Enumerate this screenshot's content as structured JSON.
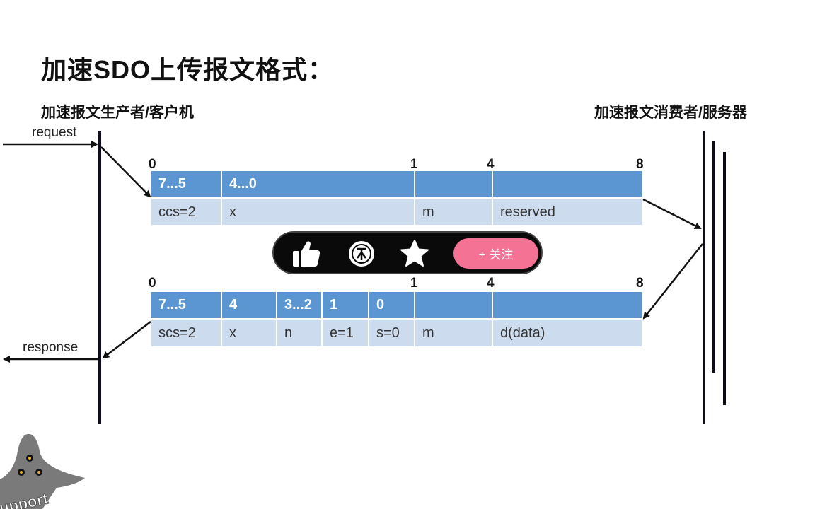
{
  "title": "加速SDO上传报文格式：",
  "left_role": "加速报文生产者/客户机",
  "right_role": "加速报文消费者/服务器",
  "request_label": "request",
  "response_label": "response",
  "request_frame": {
    "byte_marks": [
      "0",
      "1",
      "4",
      "8"
    ],
    "header": [
      "7...5",
      "4...0",
      "",
      ""
    ],
    "values": [
      "ccs=2",
      "x",
      "m",
      "reserved"
    ]
  },
  "response_frame": {
    "byte_marks": [
      "0",
      "1",
      "4",
      "8"
    ],
    "header": [
      "7...5",
      "4",
      "3...2",
      "1",
      "0",
      "",
      ""
    ],
    "values": [
      "scs=2",
      "x",
      "n",
      "e=1",
      "s=0",
      "m",
      "d(data)"
    ]
  },
  "toolbar": {
    "icons": [
      "thumbs-up-icon",
      "coin-icon",
      "star-icon"
    ],
    "follow_label": "+ 关注"
  },
  "mascot_text": "upport",
  "colors": {
    "header_fill": "#5b96d3",
    "value_fill": "#cddbee",
    "follow_button": "#f47395",
    "toolbar_bg": "#0a0a0a"
  }
}
